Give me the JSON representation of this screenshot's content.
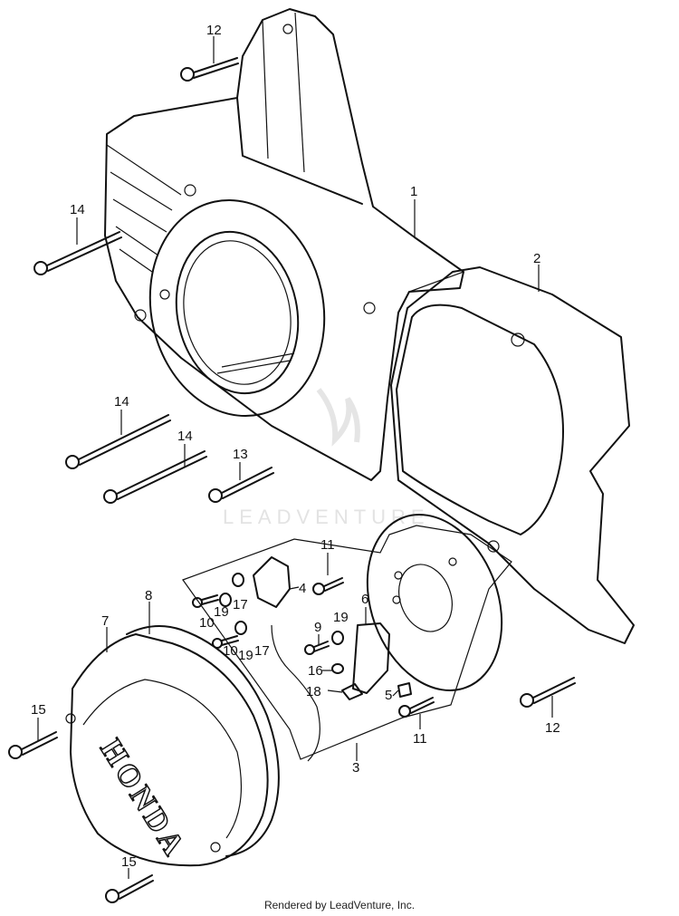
{
  "diagram": {
    "watermark": "LEADVENTURE",
    "footer": "Rendered by LeadVenture, Inc.",
    "logo_text": "HONDA",
    "callouts": {
      "c1": "1",
      "c2": "2",
      "c3": "3",
      "c4": "4",
      "c5": "5",
      "c6": "6",
      "c7": "7",
      "c8": "8",
      "c9": "9",
      "c10a": "10",
      "c10b": "10",
      "c11a": "11",
      "c11b": "11",
      "c12a": "12",
      "c12b": "12",
      "c13": "13",
      "c14a": "14",
      "c14b": "14",
      "c14c": "14",
      "c15a": "15",
      "c15b": "15",
      "c16": "16",
      "c17a": "17",
      "c17b": "17",
      "c18": "18",
      "c19a": "19",
      "c19b": "19",
      "c19c": "19"
    }
  }
}
